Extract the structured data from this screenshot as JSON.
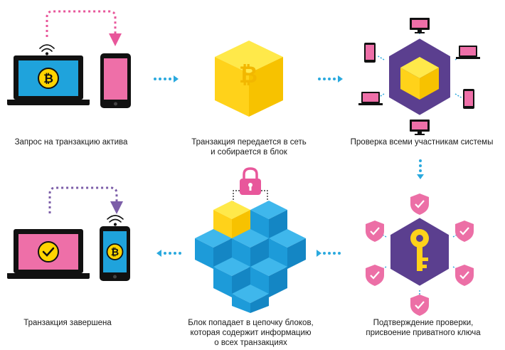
{
  "steps": [
    {
      "id": "step-1",
      "label": "Запрос на транзакцию актива"
    },
    {
      "id": "step-2",
      "line1": "Транзакция передается в сеть",
      "line2": "и собирается в блок"
    },
    {
      "id": "step-3",
      "label": "Проверка всеми участникам системы"
    },
    {
      "id": "step-4",
      "line1": "Подтверждение проверки,",
      "line2": "присвоение приватного ключа"
    },
    {
      "id": "step-5",
      "line1": "Блок попадает в цепочку блоков,",
      "line2": "которая содержит информацию",
      "line3": "о всех транзакциях"
    },
    {
      "id": "step-6",
      "label": "Транзакция завершена"
    }
  ],
  "icons": {
    "coin_symbol": "₿"
  },
  "colors": {
    "laptop_body": "#111111",
    "laptop_screen_blue": "#1fa3dc",
    "laptop_screen_pink": "#ee6fa8",
    "phone_screen_pink": "#ee6fa8",
    "phone_screen_blue": "#1fa3dc",
    "coin_yellow": "#ffd400",
    "coin_outline": "#111111",
    "dotted_pink": "#e8579b",
    "dotted_purple": "#7c5ea8",
    "arrow_blue": "#2aa9de",
    "cube_yellow_top": "#ffe94a",
    "cube_yellow_left": "#ffd21a",
    "cube_yellow_right": "#f7c200",
    "hexagon_purple": "#5b3f8f",
    "shield_pink": "#ec6fa6",
    "key_yellow": "#ffd21a",
    "cube_blue_top": "#3fb7ec",
    "cube_blue_left": "#1d9bd9",
    "cube_blue_right": "#1486c4",
    "lock_pink": "#e8579b"
  }
}
